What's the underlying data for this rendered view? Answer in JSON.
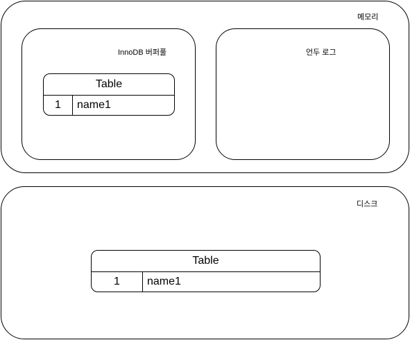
{
  "memory": {
    "label": "메모리",
    "buffer_pool": {
      "label": "InnoDB 버퍼풀",
      "table": {
        "title": "Table",
        "rows": [
          {
            "id": "1",
            "name": "name1"
          }
        ]
      }
    },
    "undo_log": {
      "label": "언두 로그"
    }
  },
  "disk": {
    "label": "디스크",
    "table": {
      "title": "Table",
      "rows": [
        {
          "id": "1",
          "name": "name1"
        }
      ]
    }
  }
}
